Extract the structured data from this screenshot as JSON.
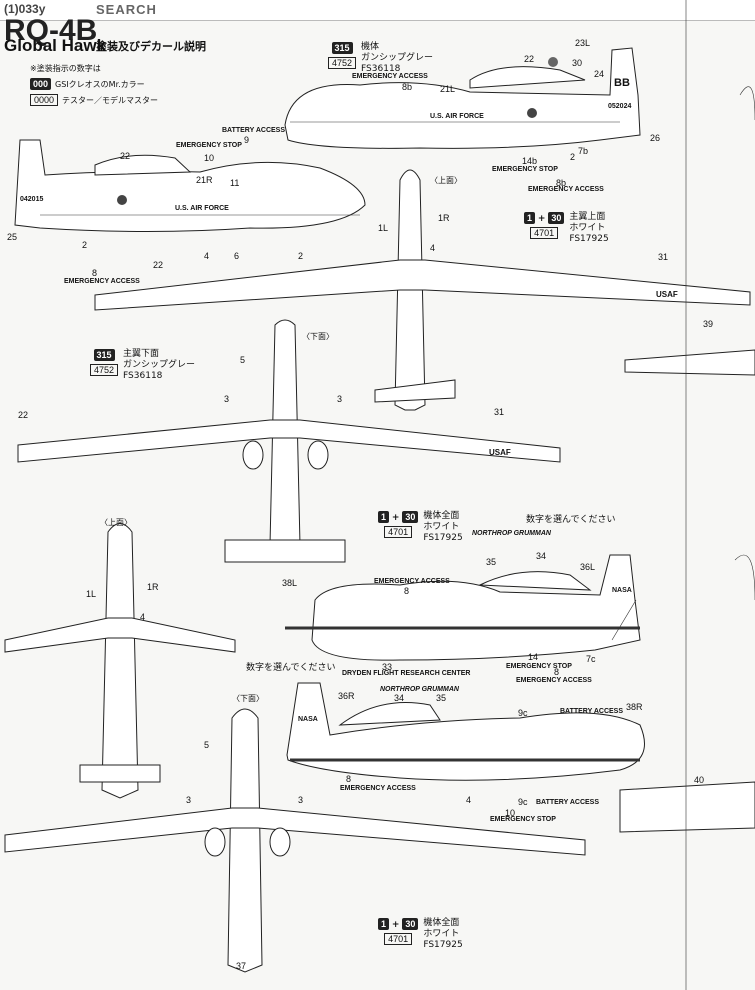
{
  "header": {
    "site_badge": "(1)033y",
    "search_label": "SEARCH",
    "model": "RQ-4B",
    "subtitle": "Global Hawk",
    "title_jp": "塗装及びデカール説明"
  },
  "legend": {
    "note": "※塗装指示の数字は",
    "gsi_code": "000",
    "gsi_text": "GSIクレオスのMr.カラー",
    "tester_code": "0000",
    "tester_text": "テスター／モデルマスター"
  },
  "paint_gray_top": {
    "code_fill": "315",
    "code_out": "4752",
    "line1": "機体",
    "line2": "ガンシップグレー",
    "line3": "FS36118"
  },
  "paint_gray_under": {
    "code_fill": "315",
    "code_out": "4752",
    "line1": "主翼下面",
    "line2": "ガンシップグレー",
    "line3": "FS36118"
  },
  "paint_white_wing": {
    "code_a": "1",
    "code_b": "30",
    "code_out": "4701",
    "line1": "主翼上面",
    "line2": "ホワイト",
    "line3": "FS17925"
  },
  "paint_white_body": {
    "code_a": "1",
    "code_b": "30",
    "code_out": "4701",
    "line1": "機体全面",
    "line2": "ホワイト",
    "line3": "FS17925"
  },
  "paint_white_bottom": {
    "code_a": "1",
    "code_b": "30",
    "code_out": "4701",
    "line1": "機体全面",
    "line2": "ホワイト",
    "line3": "FS17925"
  },
  "views": {
    "top": "〈上面〉",
    "bottom": "〈下面〉",
    "top2": "〈上面〉",
    "bottom2": "〈下面〉"
  },
  "choose_numbers": "数字を選んでください",
  "labels": {
    "emergency_access": "EMERGENCY ACCESS",
    "battery_access": "BATTERY ACCESS",
    "emergency_stop": "EMERGENCY STOP",
    "us_air_force": "U.S. AIR FORCE",
    "usaf": "USAF",
    "tail_bb": "BB",
    "serial_a": "052024",
    "serial_b": "042015",
    "northrop": "NORTHROP GRUMMAN",
    "nasa": "NASA",
    "dryden": "DRYDEN FLIGHT RESEARCH CENTER"
  },
  "callouts": [
    "23L",
    "22",
    "30",
    "24",
    "26",
    "21L",
    "8b",
    "7b",
    "14b",
    "2",
    "8b",
    "22",
    "10",
    "9",
    "21R",
    "11",
    "25",
    "2",
    "8",
    "4",
    "6",
    "2",
    "22",
    "1L",
    "1R",
    "4",
    "31",
    "39",
    "5",
    "3",
    "3",
    "22",
    "31",
    "1L",
    "1R",
    "4",
    "5",
    "3",
    "3",
    "34",
    "35",
    "36L",
    "38L",
    "8",
    "33",
    "14",
    "7c",
    "8",
    "36R",
    "34",
    "35",
    "38R",
    "9c",
    "9c",
    "10",
    "8",
    "4",
    "40",
    "37"
  ]
}
